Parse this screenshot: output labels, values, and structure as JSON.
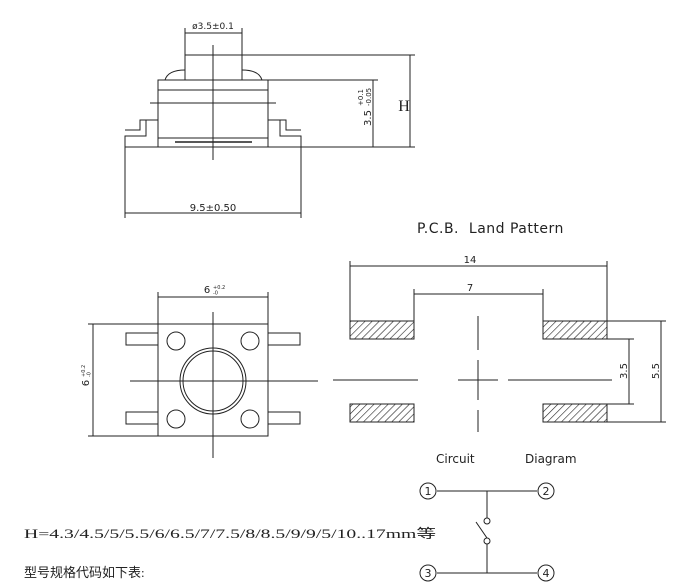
{
  "side_view": {
    "dim_diameter": "ø3.5±0.1",
    "dim_height": "3.5",
    "dim_height_tol_upper": "+0.1",
    "dim_height_tol_lower": "-0.05",
    "dim_h": "H",
    "dim_width": "9.5±0.50"
  },
  "top_view": {
    "dim_width_base": "6",
    "dim_width_tol": "+0.2\n-0",
    "dim_height_base": "6",
    "dim_height_tol": "+0.2\n-0"
  },
  "pcb": {
    "title": "P.C.B.  Land Pattern",
    "dim_outer": "14",
    "dim_inner": "7",
    "dim_pad_gap": "3.5",
    "dim_total": "5.5"
  },
  "circuit": {
    "label_left": "Circuit",
    "label_right": "Diagram",
    "pins": [
      "1",
      "2",
      "3",
      "4"
    ]
  },
  "notes": {
    "h_values": "H=4.3/4.5/5/5.5/6/6.5/7/7.5/8/8.5/9/9/5/10..17mm等",
    "model_table": "型号规格代码如下表:"
  }
}
